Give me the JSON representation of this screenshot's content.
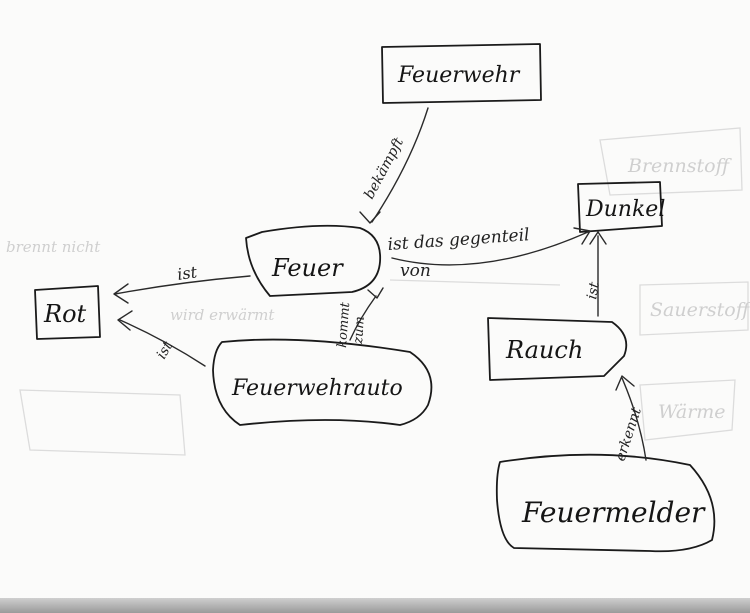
{
  "nodes": {
    "feuerwehr": "Feuerwehr",
    "feuer": "Feuer",
    "dunkel": "Dunkel",
    "rot": "Rot",
    "rauch": "Rauch",
    "feuerwehrauto": "Feuerwehrauto",
    "feuermelder": "Feuermelder"
  },
  "edges": {
    "feuerwehr_feuer": "bekämpft",
    "feuer_dunkel_line1": "ist das gegenteil",
    "feuer_dunkel_line2": "von",
    "feuer_rot": "ist",
    "feuerwehrauto_rot": "ist",
    "feuer_feuerwehrauto_line1": "kommt",
    "feuer_feuerwehrauto_line2": "zum",
    "rauch_dunkel": "ist",
    "feuermelder_rauch": "erkennt"
  },
  "show_through": {
    "brennstoff": "Brennstoff",
    "sauerstoff": "Sauerstoff",
    "waerme": "Wärme",
    "brennt_nicht": "brennt nicht",
    "wird_erwaermt": "wird erwärmt"
  }
}
